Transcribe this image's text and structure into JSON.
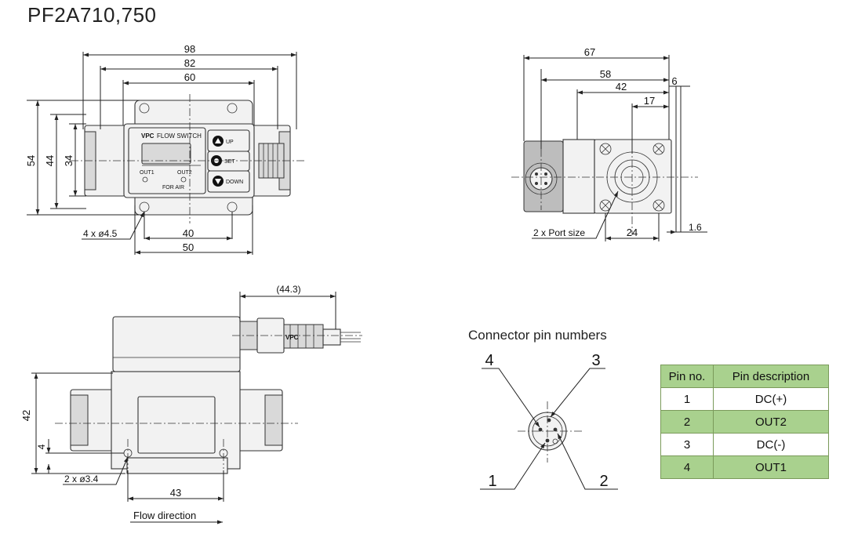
{
  "title": "PF2A710,750",
  "front_view": {
    "dims": {
      "d98": "98",
      "d82": "82",
      "d60": "60",
      "d54": "54",
      "d44": "44",
      "d34": "34",
      "d40": "40",
      "d50": "50"
    },
    "holes": "4 x ø4.5",
    "panel": {
      "brand": "VPC",
      "name": "FLOW SWITCH",
      "out1": "OUT1",
      "out2": "OUT2",
      "for_air": "FOR AIR",
      "up": "UP",
      "set": "SET",
      "down": "DOWN"
    }
  },
  "side_view": {
    "dims": {
      "d67": "67",
      "d58": "58",
      "d42": "42",
      "d17": "17",
      "d6": "6",
      "d24": "24",
      "d1_6": "1.6"
    },
    "port": "2 x Port size"
  },
  "bottom_view": {
    "dims": {
      "d44_3": "(44.3)",
      "d42": "42",
      "d4": "4",
      "d43": "43"
    },
    "holes": "2 x ø3.4",
    "flow": "Flow direction",
    "plug_mark": "VPC"
  },
  "connector": {
    "title": "Connector pin numbers",
    "pins": {
      "p1": "1",
      "p2": "2",
      "p3": "3",
      "p4": "4"
    }
  },
  "pin_table": {
    "headers": [
      "Pin no.",
      "Pin description"
    ],
    "rows": [
      {
        "no": "1",
        "desc": "DC(+)"
      },
      {
        "no": "2",
        "desc": "OUT2"
      },
      {
        "no": "3",
        "desc": "DC(-)"
      },
      {
        "no": "4",
        "desc": "OUT1"
      }
    ],
    "colors": {
      "header": "#a9d18e",
      "shaded_row": "#a9d18e",
      "border": "#7a9a5a"
    }
  }
}
